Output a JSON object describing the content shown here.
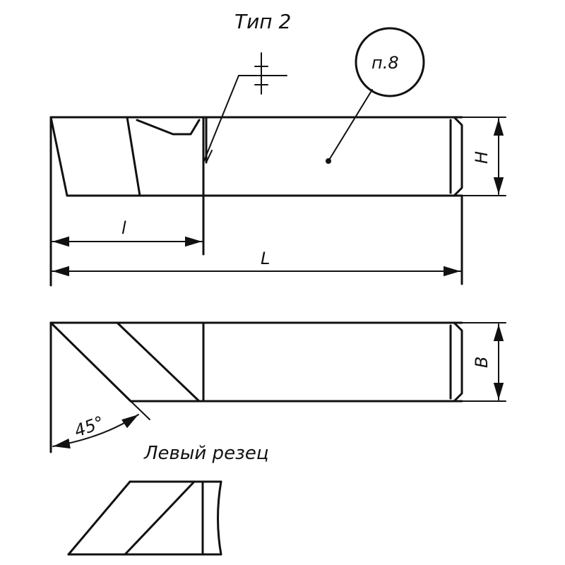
{
  "title": "Тип 2",
  "callout": "п.8",
  "dimensions": {
    "small_length": "l",
    "total_length": "L",
    "height": "H",
    "width": "B",
    "angle": "45°"
  },
  "left_cutter_label": "Левый резец"
}
